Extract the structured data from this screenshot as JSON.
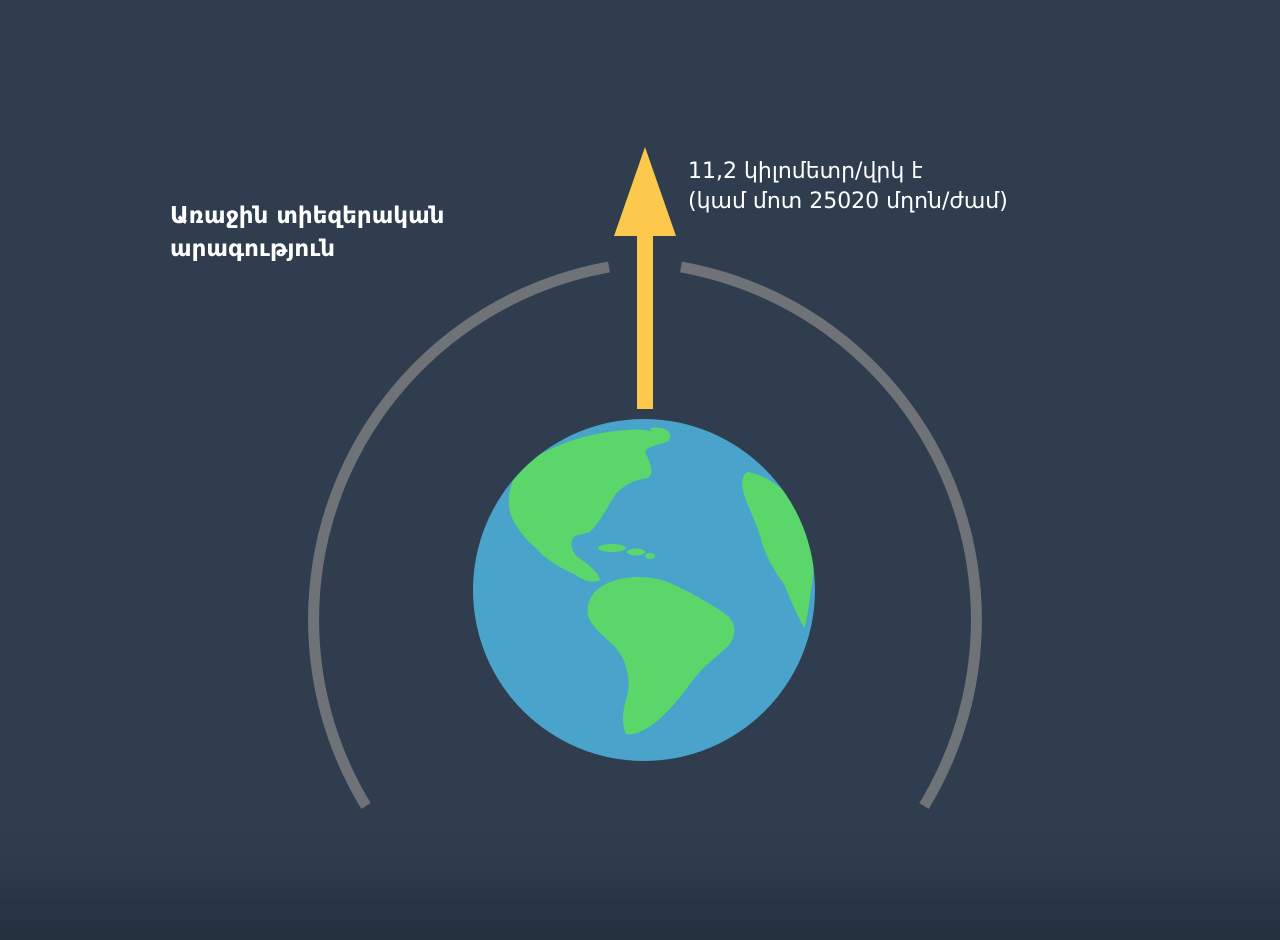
{
  "title": {
    "line1": "Առաջին տիեզերական",
    "line2": "արագություն"
  },
  "speed": {
    "line1": "11,2 կիլոմետր/վրկ է",
    "line2": "(կամ մոտ 25020 մղոն/ժամ)"
  },
  "colors": {
    "background": "#2f3d4f",
    "arrow": "#fcc94c",
    "orbit": "#6f7378",
    "ocean": "#4aa3cb",
    "land": "#5ad66b",
    "text": "#ffffff"
  },
  "icons": {
    "earth": "earth-globe-americas-icon",
    "arrow": "arrow-up-icon"
  }
}
